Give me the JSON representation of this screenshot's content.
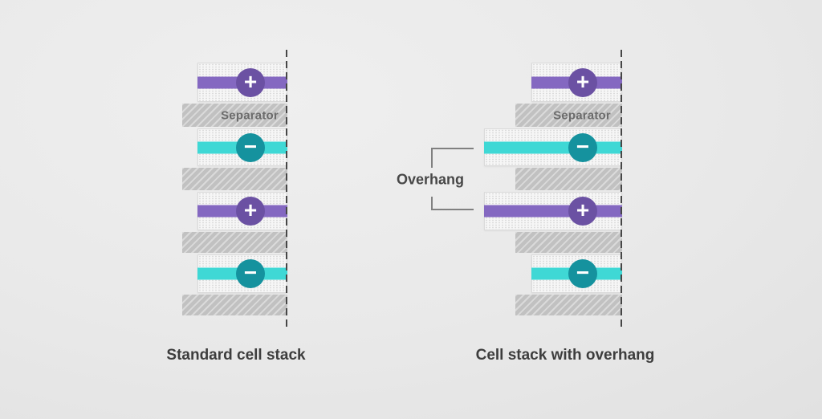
{
  "labels": {
    "separator": "Separator",
    "overhang": "Overhang",
    "positive_sign": "+",
    "negative_sign": "−"
  },
  "colors": {
    "background": "#e8e8e8",
    "positive_bar": "#8468c1",
    "positive_circle": "#6b51a3",
    "negative_bar": "#3fd8d5",
    "negative_circle": "#15929e",
    "separator_fill": "#c1c1c1",
    "electrode_fill": "#f6f6f6",
    "dashed_line": "#464646",
    "bracket_line": "#808080",
    "separator_text": "#6b6b6b",
    "title_text": "#3d3d3d"
  },
  "diagrams": [
    {
      "id": "standard",
      "title": "Standard cell stack",
      "layers": [
        {
          "type": "electrode",
          "polarity": "positive",
          "extended": false,
          "sign": "+"
        },
        {
          "type": "separator",
          "label": "Separator"
        },
        {
          "type": "electrode",
          "polarity": "negative",
          "extended": false,
          "sign": "−"
        },
        {
          "type": "separator"
        },
        {
          "type": "electrode",
          "polarity": "positive",
          "extended": false,
          "sign": "+"
        },
        {
          "type": "separator"
        },
        {
          "type": "electrode",
          "polarity": "negative",
          "extended": false,
          "sign": "−"
        },
        {
          "type": "separator"
        }
      ]
    },
    {
      "id": "overhang",
      "title": "Cell stack with overhang",
      "annotation": {
        "label": "Overhang"
      },
      "layers": [
        {
          "type": "electrode",
          "polarity": "positive",
          "extended": false,
          "sign": "+"
        },
        {
          "type": "separator",
          "label": "Separator"
        },
        {
          "type": "electrode",
          "polarity": "negative",
          "extended": true,
          "sign": "−"
        },
        {
          "type": "separator"
        },
        {
          "type": "electrode",
          "polarity": "positive",
          "extended": true,
          "sign": "+"
        },
        {
          "type": "separator"
        },
        {
          "type": "electrode",
          "polarity": "negative",
          "extended": false,
          "sign": "−"
        },
        {
          "type": "separator"
        }
      ]
    }
  ]
}
